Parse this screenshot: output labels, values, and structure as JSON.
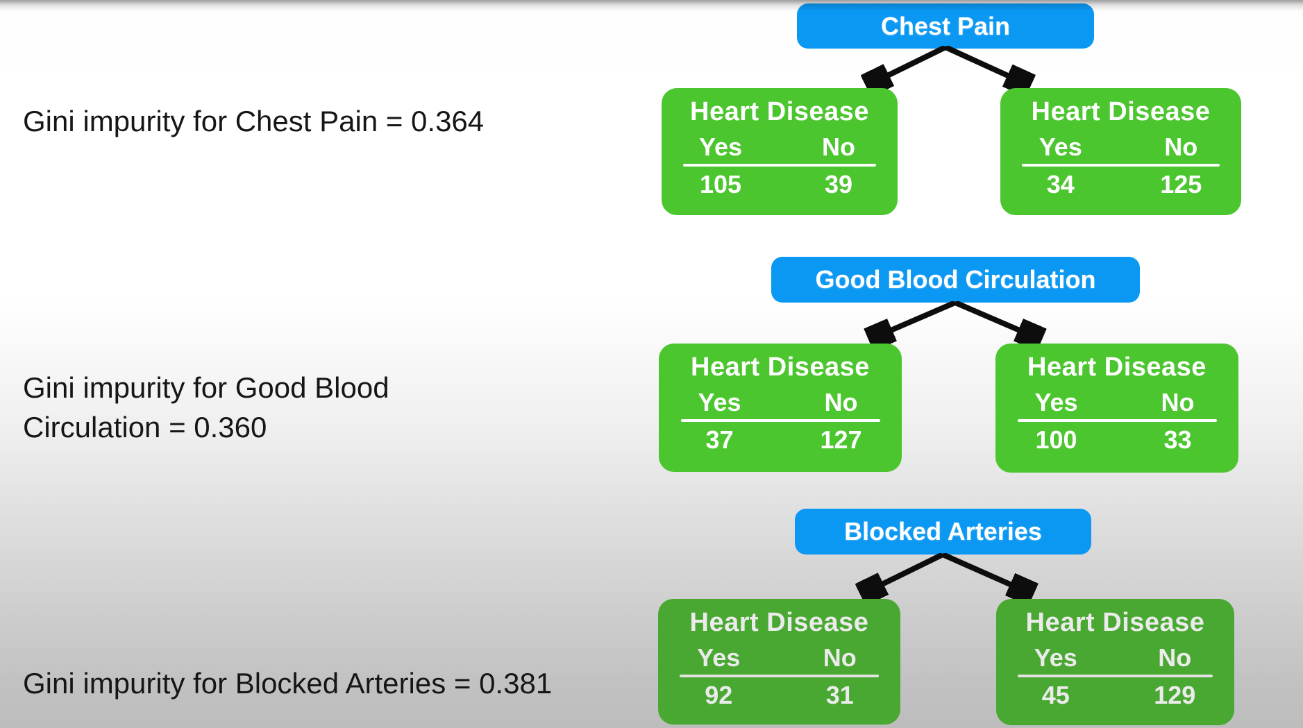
{
  "slide": {
    "background_top_hex": "#ffffff",
    "background_bottom_hex": "#bdbdbd",
    "node_blue_hex": "#0b98f3",
    "leaf_green_hex": "#4cc62f",
    "leaf_green_dark_hex": "#49a832",
    "arrow_color_hex": "#0d0d0d"
  },
  "trees": [
    {
      "root": "Chest Pain",
      "gini_lines": [
        "Gini impurity for Chest Pain = 0.364"
      ],
      "gini_value": "0.364",
      "left": {
        "title": "Heart Disease",
        "yes_label": "Yes",
        "no_label": "No",
        "yes_value": "105",
        "no_value": "39"
      },
      "right": {
        "title": "Heart Disease",
        "yes_label": "Yes",
        "no_label": "No",
        "yes_value": "34",
        "no_value": "125"
      }
    },
    {
      "root": "Good Blood Circulation",
      "gini_lines": [
        "Gini impurity for Good Blood",
        "Circulation = 0.360"
      ],
      "gini_value": "0.360",
      "left": {
        "title": "Heart Disease",
        "yes_label": "Yes",
        "no_label": "No",
        "yes_value": "37",
        "no_value": "127"
      },
      "right": {
        "title": "Heart Disease",
        "yes_label": "Yes",
        "no_label": "No",
        "yes_value": "100",
        "no_value": "33"
      }
    },
    {
      "root": "Blocked Arteries",
      "gini_lines": [
        "Gini impurity for Blocked Arteries = 0.381"
      ],
      "gini_value": "0.381",
      "left": {
        "title": "Heart Disease",
        "yes_label": "Yes",
        "no_label": "No",
        "yes_value": "92",
        "no_value": "31"
      },
      "right": {
        "title": "Heart Disease",
        "yes_label": "Yes",
        "no_label": "No",
        "yes_value": "45",
        "no_value": "129"
      }
    }
  ]
}
